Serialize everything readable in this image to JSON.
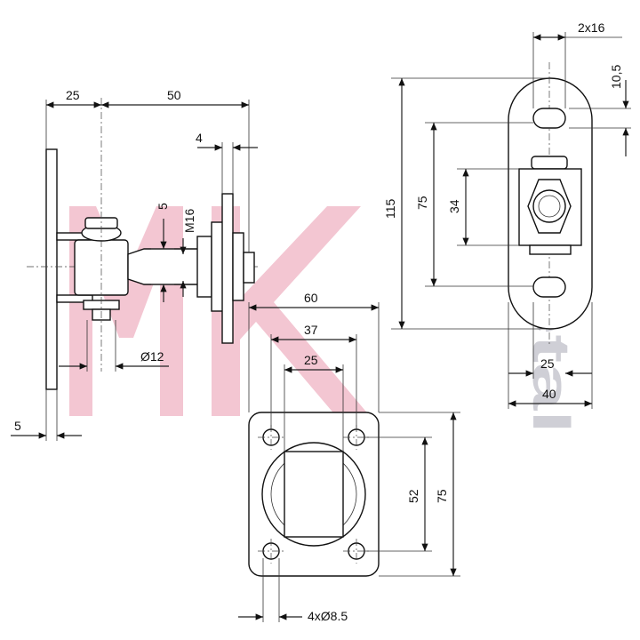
{
  "watermark": {
    "logo": "MK",
    "brand": "metal",
    "colors": {
      "logo": "#f3c6d2",
      "brand": "#cfcfd6"
    }
  },
  "side_view": {
    "dims": {
      "d25": "25",
      "d50": "50",
      "d4": "4",
      "d5v": "5",
      "thread": "M16",
      "dia12": "Ø12",
      "d5h": "5"
    }
  },
  "plate_view": {
    "dims": {
      "d115": "115",
      "d75": "75",
      "d34": "34",
      "slot": "2x16",
      "d10_5": "10,5",
      "d25": "25",
      "d40": "40"
    }
  },
  "base_view": {
    "dims": {
      "d60": "60",
      "d37": "37",
      "d25": "25",
      "d52": "52",
      "d75": "75",
      "holes": "4xØ8.5"
    }
  }
}
